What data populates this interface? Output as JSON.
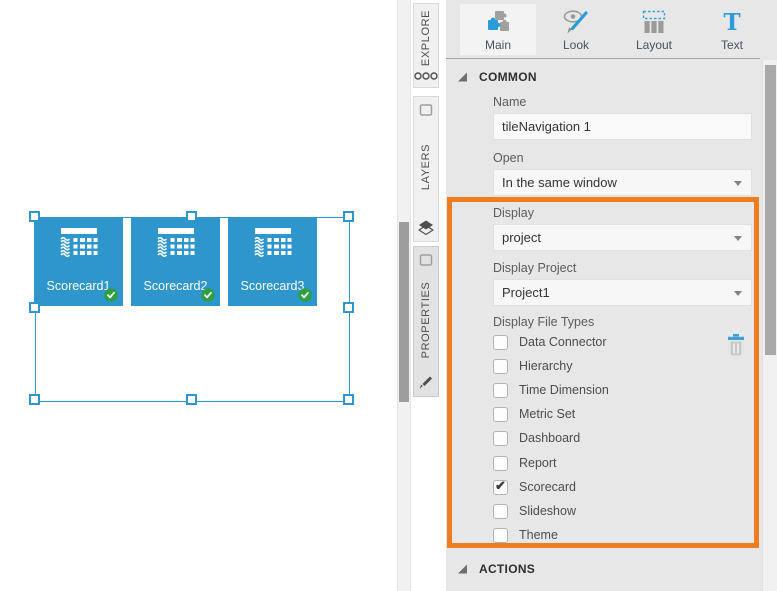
{
  "colors": {
    "tile_blue": "#2E96CC",
    "selection_blue": "#2E96CC",
    "badge_green": "#2E9E44",
    "accent_orange": "#EE7D1F",
    "icon_blue": "#2B9CD8"
  },
  "canvas": {
    "tiles": [
      {
        "label": "Scorecard1",
        "checked": true
      },
      {
        "label": "Scorecard2",
        "checked": true
      },
      {
        "label": "Scorecard3",
        "checked": true
      }
    ]
  },
  "side_tabs": {
    "explore": {
      "label": "EXPLORE",
      "active": false
    },
    "layers": {
      "label": "LAYERS",
      "active": false
    },
    "properties": {
      "label": "PROPERTIES",
      "active": true
    }
  },
  "panel": {
    "tabs": [
      {
        "label": "Main",
        "active": true
      },
      {
        "label": "Look",
        "active": false
      },
      {
        "label": "Layout",
        "active": false
      },
      {
        "label": "Text",
        "active": false
      }
    ],
    "sections": {
      "common": "COMMON",
      "actions": "ACTIONS"
    },
    "fields": {
      "name": {
        "label": "Name",
        "value": "tileNavigation 1"
      },
      "open": {
        "label": "Open",
        "value": "In the same window"
      },
      "display": {
        "label": "Display",
        "value": "project"
      },
      "display_project": {
        "label": "Display Project",
        "value": "Project1"
      }
    },
    "display_file_types": {
      "label": "Display File Types",
      "items": [
        {
          "label": "Data Connector",
          "checked": false
        },
        {
          "label": "Hierarchy",
          "checked": false
        },
        {
          "label": "Time Dimension",
          "checked": false
        },
        {
          "label": "Metric Set",
          "checked": false
        },
        {
          "label": "Dashboard",
          "checked": false
        },
        {
          "label": "Report",
          "checked": false
        },
        {
          "label": "Scorecard",
          "checked": true
        },
        {
          "label": "Slideshow",
          "checked": false
        },
        {
          "label": "Theme",
          "checked": false
        }
      ]
    }
  }
}
